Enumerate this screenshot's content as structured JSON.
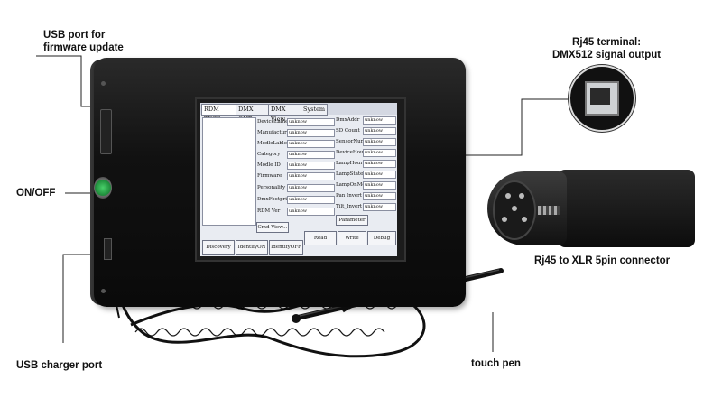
{
  "callouts": {
    "usb_port_line1": "USB port for",
    "usb_port_line2": "firmware update",
    "on_off": "ON/OFF",
    "usb_charger": "USB charger port",
    "rj45_line1": "Rj45 terminal:",
    "rj45_line2": "DMX512 signal output",
    "xlr": "Rj45 to XLR 5pin connector",
    "pen": "touch pen"
  },
  "screen": {
    "tabs": [
      "RDM TEST",
      "DMX OUT",
      "DMX View",
      "System"
    ],
    "left_fields": [
      {
        "label": "DeviceLable",
        "value": "unknow"
      },
      {
        "label": "Manufacturer",
        "value": "unknow"
      },
      {
        "label": "ModleLable",
        "value": "unknow"
      },
      {
        "label": "Category",
        "value": "unknow"
      },
      {
        "label": "Modle ID",
        "value": "unknow"
      },
      {
        "label": "Firmware",
        "value": "unknow"
      },
      {
        "label": "Personality",
        "value": "unknow"
      },
      {
        "label": "DmxFootprint",
        "value": "unknow"
      },
      {
        "label": "RDM Ver",
        "value": "unknow"
      }
    ],
    "right_fields": [
      {
        "label": "DmxAddr",
        "value": "unknow"
      },
      {
        "label": "SD Count",
        "value": "unknow"
      },
      {
        "label": "SensorNum",
        "value": "unknow"
      },
      {
        "label": "DeviceHour",
        "value": "unknow"
      },
      {
        "label": "LampHour",
        "value": "unknow"
      },
      {
        "label": "LampState",
        "value": "unknow"
      },
      {
        "label": "LampOnMode",
        "value": "unknow"
      },
      {
        "label": "Pan Invert",
        "value": "unknow"
      },
      {
        "label": "Tilt_Invert",
        "value": "unknow"
      }
    ],
    "parameter_button": "Parameter",
    "cmd_view_button": "Cmd View...",
    "bottom_buttons": [
      "Discovery",
      "IdentifyON",
      "IdentifyOFF",
      "Read",
      "Write",
      "Debug"
    ]
  }
}
